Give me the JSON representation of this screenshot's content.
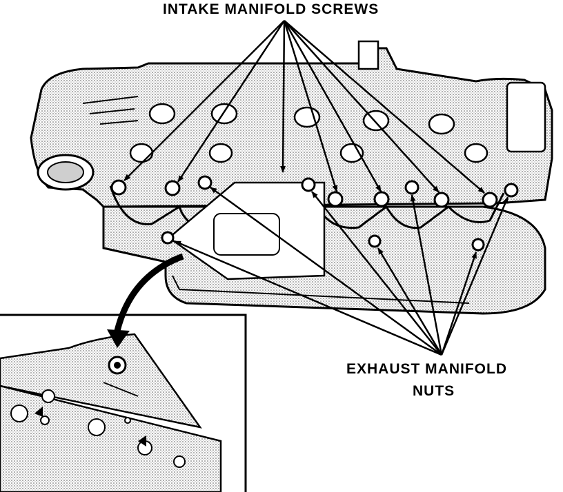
{
  "labels": {
    "intake": "INTAKE MANIFOLD SCREWS",
    "exhaust_line1": "EXHAUST MANIFOLD",
    "exhaust_line2": "NUTS"
  },
  "colors": {
    "ink": "#000000",
    "paper": "#ffffff",
    "shade": "#bdbdbd"
  }
}
